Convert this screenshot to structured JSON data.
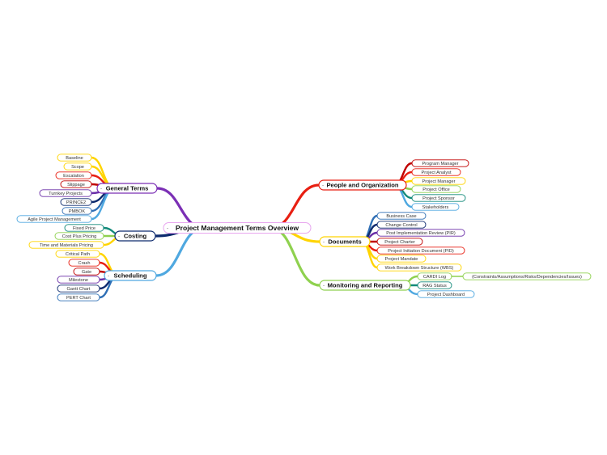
{
  "root": {
    "label": "Project Management Terms Overview",
    "color": "#e8a6ef"
  },
  "branches": {
    "general_terms": {
      "label": "General Terms",
      "color": "#7b2fb5",
      "items": [
        {
          "label": "Baseline",
          "color": "#ffd400"
        },
        {
          "label": "Scope",
          "color": "#ffd400"
        },
        {
          "label": "Escalation",
          "color": "#e81f12"
        },
        {
          "label": "Slippage",
          "color": "#c00000"
        },
        {
          "label": "Turnkey Projects",
          "color": "#6a2fa8"
        },
        {
          "label": "PRINCE2",
          "color": "#0d2a6e"
        },
        {
          "label": "PMBOK",
          "color": "#2f6fb5"
        },
        {
          "label": "Agile Project Management",
          "color": "#4fa8e0"
        }
      ]
    },
    "costing": {
      "label": "Costing",
      "color": "#0d2a6e",
      "items": [
        {
          "label": "Fixed Price",
          "color": "#138a7a"
        },
        {
          "label": "Cost Plus Pricing",
          "color": "#8fd14f"
        },
        {
          "label": "Time and Materials Pricing",
          "color": "#ffd400"
        }
      ]
    },
    "scheduling": {
      "label": "Scheduling",
      "color": "#4fa8e0",
      "items": [
        {
          "label": "Critical Path",
          "color": "#ffd400"
        },
        {
          "label": "Crash",
          "color": "#e81f12"
        },
        {
          "label": "Gate",
          "color": "#c00000"
        },
        {
          "label": "Milestone",
          "color": "#6a2fa8"
        },
        {
          "label": "Gantt Chart",
          "color": "#0d2a6e"
        },
        {
          "label": "PERT Chart",
          "color": "#2f6fb5"
        }
      ]
    },
    "people": {
      "label": "People and Organization",
      "color": "#e81f12",
      "items": [
        {
          "label": "Program Manager",
          "color": "#c00000"
        },
        {
          "label": "Project Analyst",
          "color": "#e81f12"
        },
        {
          "label": "Project Manager",
          "color": "#ffd400"
        },
        {
          "label": "Project Office",
          "color": "#8fd14f"
        },
        {
          "label": "Project Sponsor",
          "color": "#138a7a"
        },
        {
          "label": "Stakeholders",
          "color": "#4fa8e0"
        }
      ]
    },
    "documents": {
      "label": "Documents",
      "color": "#ffd400",
      "items": [
        {
          "label": "Business Case",
          "color": "#2f6fb5"
        },
        {
          "label": "Change Control",
          "color": "#0d2a6e"
        },
        {
          "label": "Post Implementation Review (PIR)",
          "color": "#6a2fa8"
        },
        {
          "label": "Project Charter",
          "color": "#c00000"
        },
        {
          "label": "Project Initiation Document (PID)",
          "color": "#e81f12"
        },
        {
          "label": "Project Mandate",
          "color": "#ffd400"
        },
        {
          "label": "Work Breakdown Structure (WBS)",
          "color": "#ffd400"
        }
      ]
    },
    "monitoring": {
      "label": "Monitoring and Reporting",
      "color": "#8fd14f",
      "items": [
        {
          "label": "CARDI Log",
          "color": "#8fd14f"
        },
        {
          "label": "RAG Status",
          "color": "#138a7a"
        },
        {
          "label": "Project Dashboard",
          "color": "#4fa8e0"
        }
      ],
      "sub": {
        "label": "(Constraints/Assumptions/Risks/Dependencies/Issues)",
        "color": "#8fd14f"
      }
    }
  },
  "collapse_mark": "-"
}
